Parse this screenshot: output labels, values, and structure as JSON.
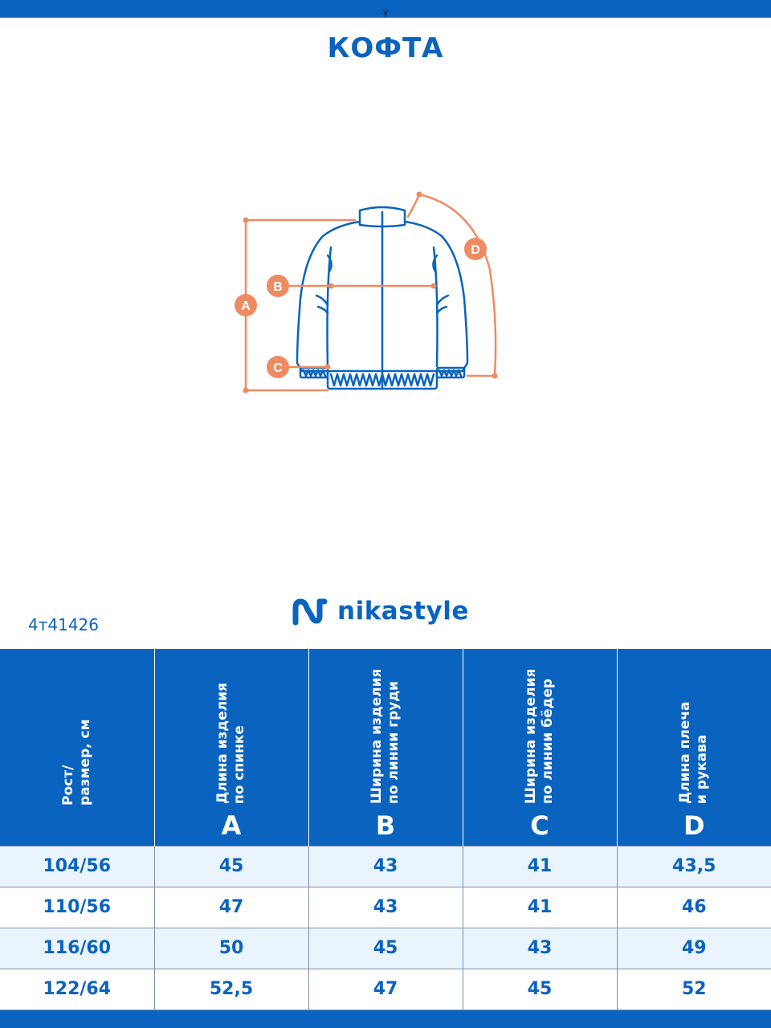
{
  "header": {
    "title": "КОФТА",
    "top_mark": "٧"
  },
  "diagram": {
    "labels": {
      "a": "A",
      "b": "B",
      "c": "C",
      "d": "D"
    },
    "colors": {
      "garment": "#0a63bf",
      "measure": "#ef8a62"
    }
  },
  "brand": {
    "name": "nikastyle",
    "logo_icon": "nikastyle-logo-icon"
  },
  "article": "4т41426",
  "table": {
    "columns": [
      {
        "title": "Рост/\nразмер, см",
        "letter": ""
      },
      {
        "title": "Длина изделия\nпо спинке",
        "letter": "A"
      },
      {
        "title": "Ширина изделия\nпо линии груди",
        "letter": "B"
      },
      {
        "title": "Ширина изделия\nпо линии бёдер",
        "letter": "C"
      },
      {
        "title": "Длина плеча\nи рукава",
        "letter": "D"
      }
    ],
    "rows": [
      [
        "104/56",
        "45",
        "43",
        "41",
        "43,5"
      ],
      [
        "110/56",
        "47",
        "43",
        "41",
        "46"
      ],
      [
        "116/60",
        "50",
        "45",
        "43",
        "49"
      ],
      [
        "122/64",
        "52,5",
        "47",
        "45",
        "52"
      ]
    ]
  },
  "colors": {
    "brand_blue": "#0a63bf",
    "row_alt": "#e9f4fd",
    "measure_orange": "#ef8a62"
  }
}
